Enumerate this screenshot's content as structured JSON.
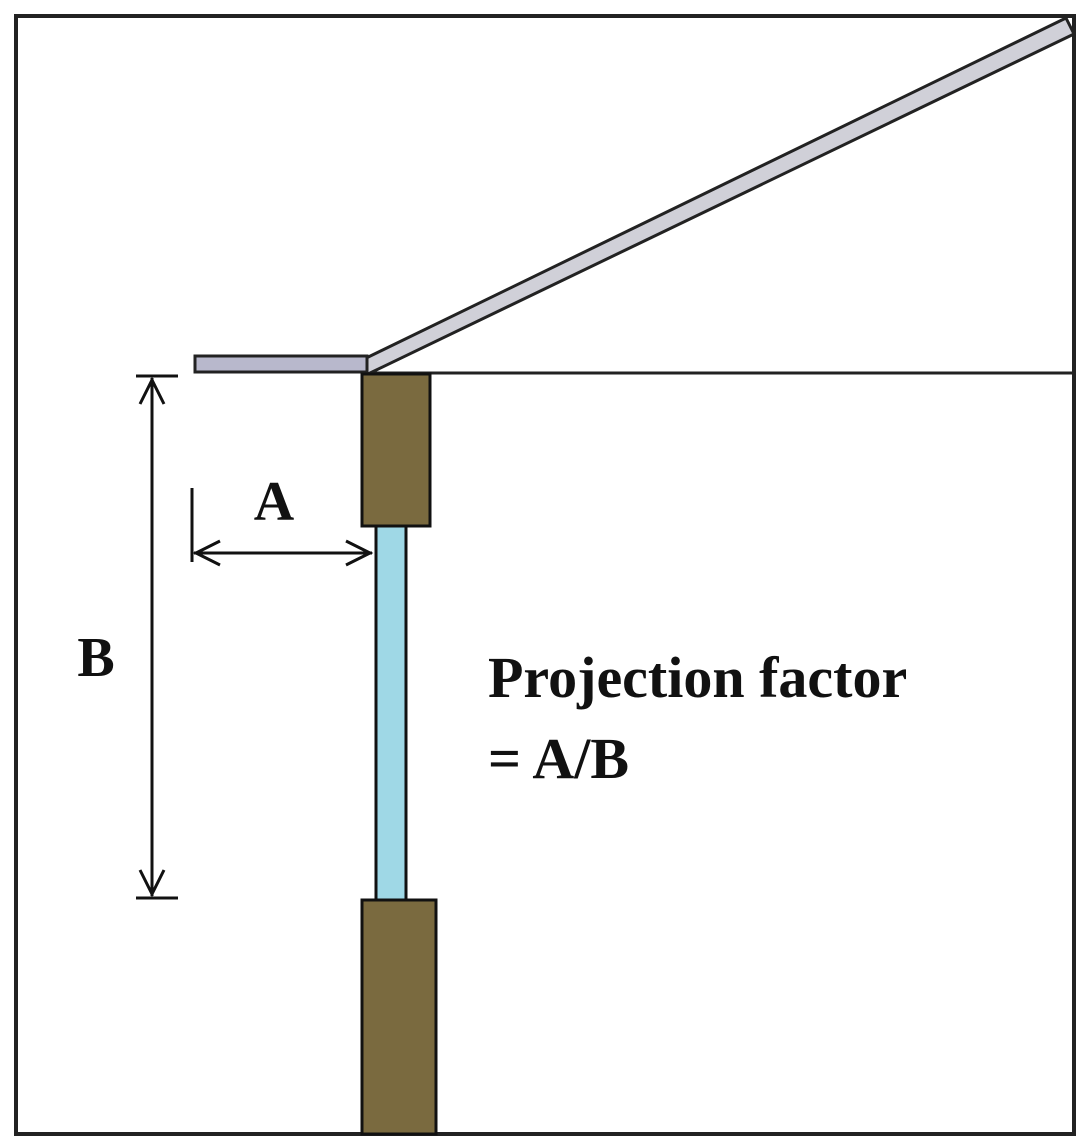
{
  "labels": {
    "a": "A",
    "b": "B",
    "caption_line1": "Projection factor",
    "caption_line2": "= A/B"
  },
  "colors": {
    "frame": "#222222",
    "wall": "#7a6a3f",
    "window_glass": "#9fd8e6",
    "roof_fill": "#d0d0d8",
    "overhang_fill": "#b8b8cc",
    "line": "#111111"
  }
}
